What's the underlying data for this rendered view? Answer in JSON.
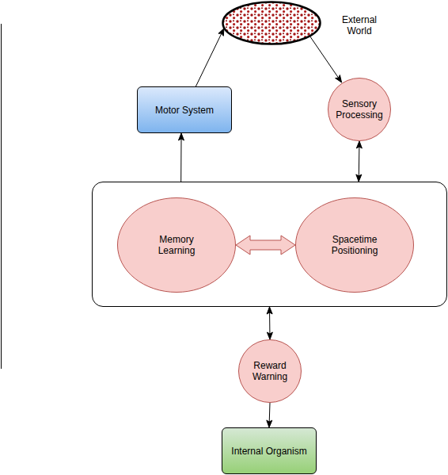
{
  "diagram": {
    "nodes": [
      {
        "text": [
          "External World"
        ]
      },
      {
        "text": [
          "Motor System"
        ]
      },
      {
        "text": [
          "Sensory Processing"
        ]
      },
      {
        "text": []
      },
      {
        "text": [
          "Memory Learning"
        ],
        "in": 3
      },
      {
        "text": [
          "Spacetime Positioning"
        ],
        "in": 3
      },
      {
        "text": [
          "Reward Warning"
        ]
      },
      {
        "text": [
          "Internal Organism"
        ]
      }
    ],
    "edges": [
      {
        "from": 3,
        "to": 1,
        "arrow": "to"
      },
      {
        "from": 1,
        "to": 0,
        "arrow": "to"
      },
      {
        "from": 0,
        "to": 2,
        "arrow": "to"
      },
      {
        "from": 2,
        "to": 3,
        "arrow": "both"
      },
      {
        "from": 4,
        "to": 5,
        "arrow": "both"
      },
      {
        "from": 3,
        "to": 6,
        "arrow": "both"
      },
      {
        "from": 6,
        "to": 7,
        "arrow": "to"
      }
    ]
  }
}
